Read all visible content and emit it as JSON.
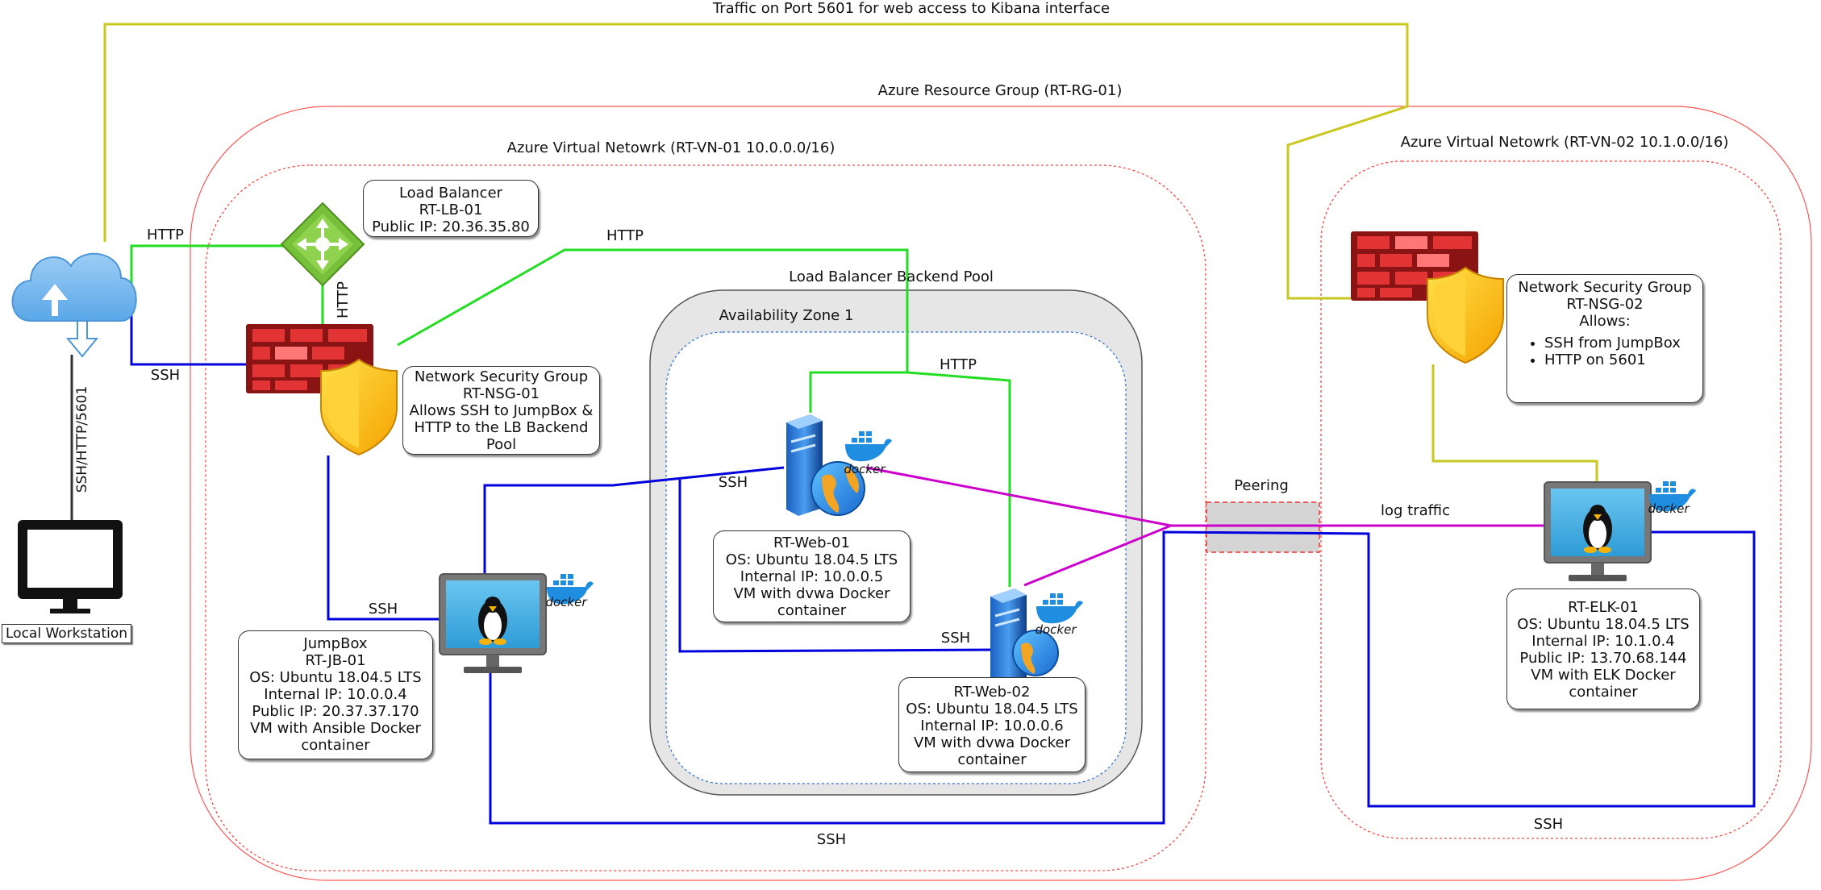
{
  "top_label": "Traffic on Port 5601 for web access to Kibana interface",
  "resource_group": "Azure Resource Group (RT-RG-01)",
  "vnet1": "Azure Virtual Netowrk (RT-VN-01 10.0.0.0/16)",
  "vnet2": "Azure Virtual Netowrk (RT-VN-02 10.1.0.0/16)",
  "backend_pool": "Load Balancer Backend Pool",
  "availability_zone": "Availability Zone 1",
  "peering": "Peering",
  "load_balancer": {
    "lines": [
      "Load Balancer",
      "RT-LB-01",
      "Public IP: 20.36.35.80"
    ]
  },
  "nsg1": {
    "lines": [
      "Network Security Group",
      "RT-NSG-01",
      "Allows SSH to JumpBox &",
      "HTTP to the LB Backend",
      "Pool"
    ]
  },
  "nsg2": {
    "title_lines": [
      "Network Security Group",
      "RT-NSG-02",
      "Allows:"
    ],
    "items": [
      "SSH from JumpBox",
      "HTTP on 5601"
    ]
  },
  "web1": {
    "lines": [
      "RT-Web-01",
      "OS: Ubuntu 18.04.5 LTS",
      "Internal IP: 10.0.0.5",
      "VM with dvwa Docker",
      "container"
    ]
  },
  "web2": {
    "lines": [
      "RT-Web-02",
      "OS: Ubuntu 18.04.5 LTS",
      "Internal IP: 10.0.0.6",
      "VM with dvwa Docker",
      "container"
    ]
  },
  "jumpbox": {
    "lines": [
      "JumpBox",
      "RT-JB-01",
      "OS: Ubuntu 18.04.5 LTS",
      "Internal IP: 10.0.0.4",
      "Public IP: 20.37.37.170",
      "VM with Ansible Docker",
      "container"
    ]
  },
  "elk": {
    "lines": [
      "RT-ELK-01",
      "OS: Ubuntu 18.04.5 LTS",
      "Internal IP: 10.1.0.4",
      "Public IP: 13.70.68.144",
      "VM with ELK Docker",
      "container"
    ]
  },
  "workstation": "Local Workstation",
  "edge_labels": {
    "http_cloud_lb": "HTTP",
    "ssh_cloud_nsg": "SSH",
    "http_lb_nsg": "HTTP",
    "http_nsg_web": "HTTP",
    "http_web1_web2": "HTTP",
    "ssh_jb_web1": "SSH",
    "ssh_nsg_jb": "SSH",
    "ssh_jb_web2": "SSH",
    "ssh_bottom": "SSH",
    "ssh_elk": "SSH",
    "log_traffic": "log traffic",
    "ssh_http_5601": "SSH/HTTP/5601"
  },
  "docker_label": "docker",
  "colors": {
    "http": "#22dd22",
    "ssh": "#0000dd",
    "kibana": "#c8c820",
    "log": "#cc00cc",
    "boundary": "#ff4444"
  }
}
